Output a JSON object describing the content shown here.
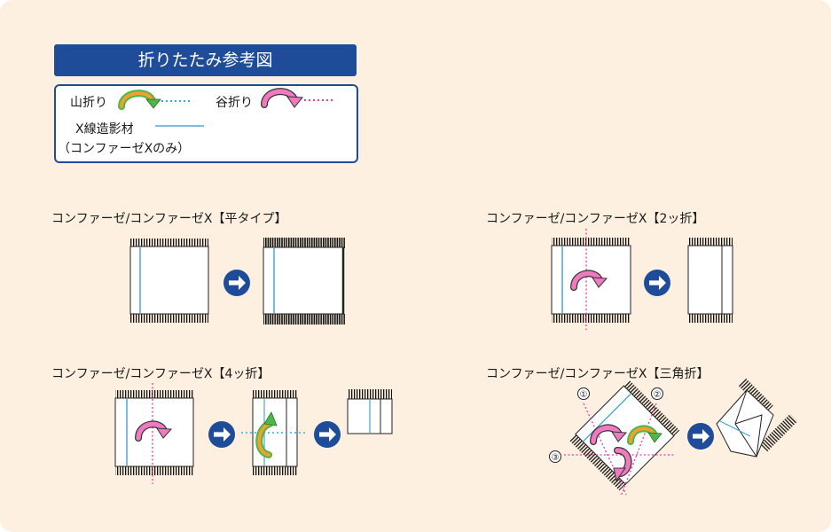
{
  "title": "折りたたみ参考図",
  "legend": {
    "mountain_label": "山折り",
    "valley_label": "谷折り",
    "xline_label": "X線造影材",
    "xline_note": "（コンファーゼXのみ）"
  },
  "sections": {
    "flat": "コンファーゼ/コンファーゼX【平タイプ】",
    "two_fold": "コンファーゼ/コンファーゼX【2ッ折】",
    "four_fold": "コンファーゼ/コンファーゼX【4ッ折】",
    "tri_fold": "コンファーゼ/コンファーゼX【三角折】"
  },
  "steps": {
    "one": "①",
    "two": "②",
    "three": "③"
  },
  "colors": {
    "navy": "#1f4c98",
    "xline": "#4aa8d8",
    "valley_arrow": "#f07ac0",
    "valley_line": "#e8409a",
    "mountain_arrow_inner": "#f0a030",
    "mountain_arrow_outer": "#4cb848",
    "mountain_line": "#33aadd"
  },
  "icons": [
    "arrow-right-icon",
    "valley-fold-arrow-icon",
    "mountain-fold-arrow-icon"
  ]
}
